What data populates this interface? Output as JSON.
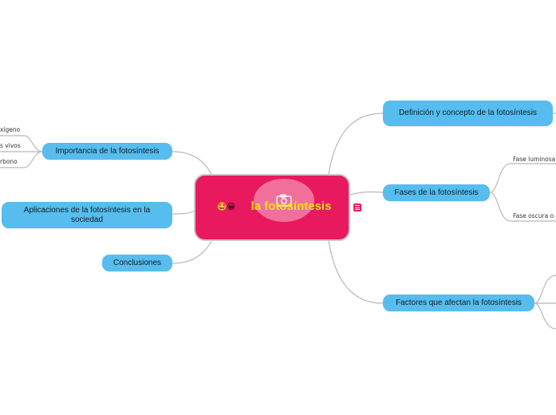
{
  "central": {
    "title": "la fotosíntesis",
    "emojis": "🤩😀",
    "image_icon": "camera-icon",
    "color": "#e8195f",
    "title_color": "#f2e21d"
  },
  "branches": {
    "definicion": "Definición y concepto de la fotosíntesis",
    "fases": "Fases de la fotosíntesis",
    "factores": "Factores que afectan la fotosíntesis",
    "importancia": "Importancia de la fotosíntesis",
    "aplicaciones": "Aplicaciones de la fotosíntesis en la sociedad",
    "conclusiones": "Conclusiones"
  },
  "subtopics": {
    "fase_luminosa": "Fase luminosa",
    "fase_oscura": "Fase oscura o ci",
    "oxigeno": "xígeno",
    "seres_vivos": "s vivos",
    "carbono": "rbono"
  },
  "colors": {
    "branch": "#56bdee",
    "connector": "#b5b5b5"
  }
}
